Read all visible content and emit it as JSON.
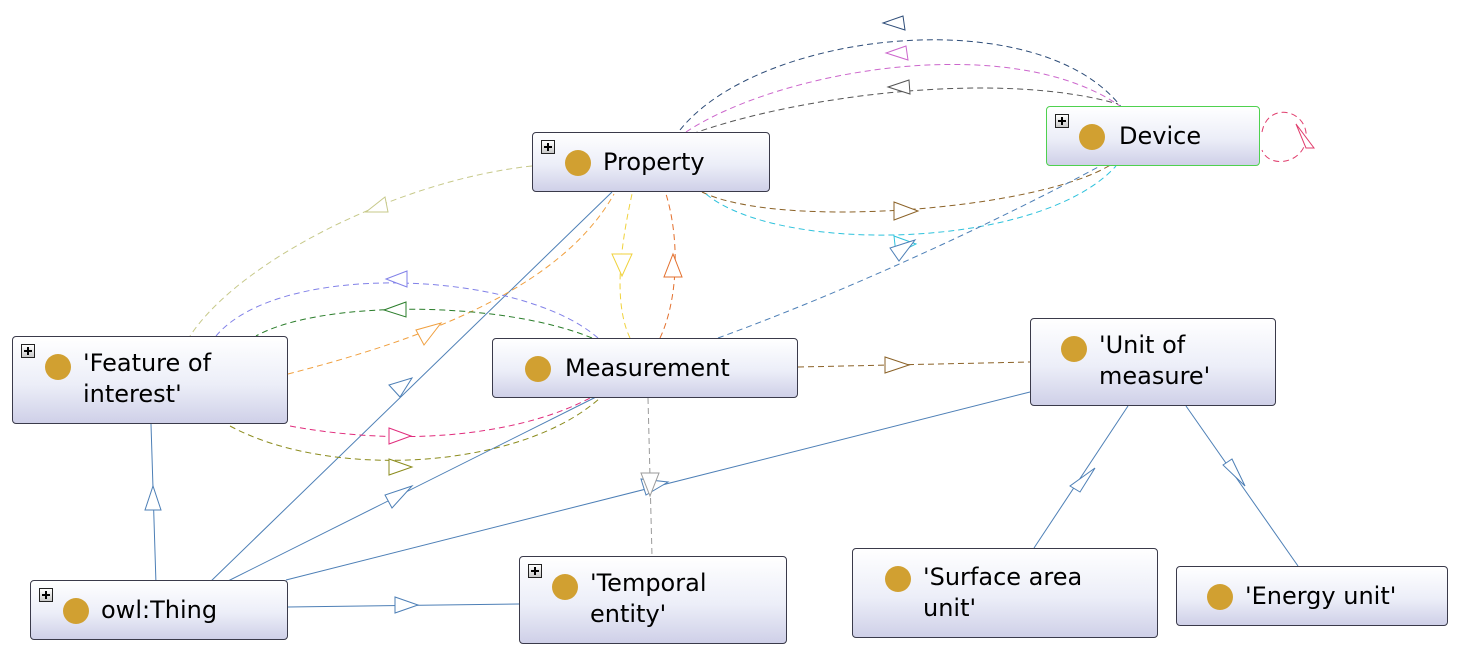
{
  "nodes": {
    "property": {
      "label": "Property"
    },
    "device": {
      "label": "Device"
    },
    "feature_of_interest": {
      "label": "'Feature of\ninterest'"
    },
    "measurement": {
      "label": "Measurement"
    },
    "unit_of_measure": {
      "label": "'Unit of\nmeasure'"
    },
    "owl_thing": {
      "label": "owl:Thing"
    },
    "temporal_entity": {
      "label": "'Temporal\nentity'"
    },
    "surface_area_unit": {
      "label": "'Surface area\nunit'"
    },
    "energy_unit": {
      "label": "'Energy unit'"
    }
  },
  "selected_node": "device",
  "node_icon": "class-circle-icon",
  "expander_icon": "plus-box-icon",
  "colors": {
    "class_dot": "#d1a031",
    "selected_border": "#4fd14f",
    "subclass_edge": "#4d7fb6"
  }
}
